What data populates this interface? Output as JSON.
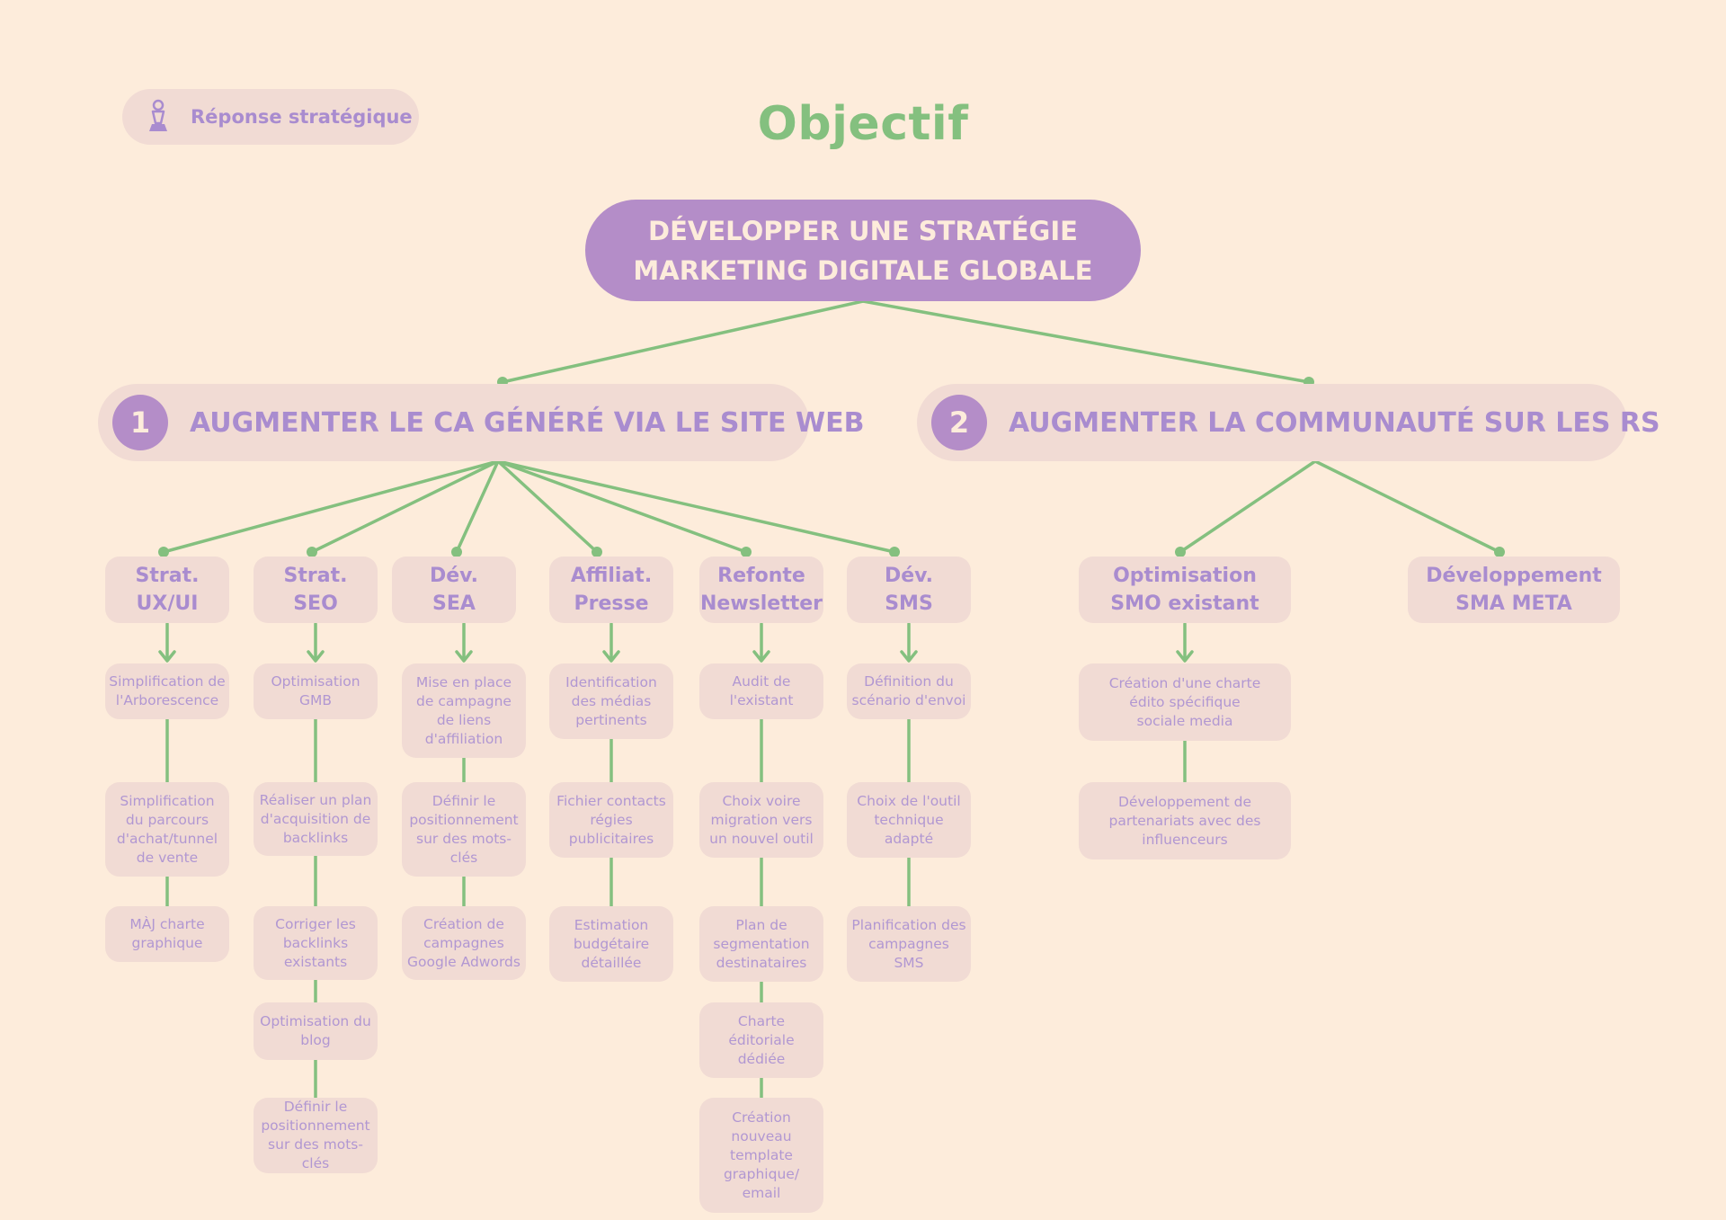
{
  "badge": {
    "label": "Réponse stratégique",
    "icon": "chess-pawn-icon"
  },
  "title": "Objectif",
  "main_goal": {
    "line1": "DÉVELOPPER UNE STRATÉGIE",
    "line2": "MARKETING DIGITALE GLOBALE"
  },
  "axes": [
    {
      "number": "1",
      "label": "AUGMENTER LE CA GÉNÉRÉ VIA LE SITE WEB"
    },
    {
      "number": "2",
      "label": "AUGMENTER LA COMMUNAUTÉ SUR LES RS"
    }
  ],
  "branches": [
    {
      "title": "Strat.\nUX/UI",
      "items": [
        "Simplification de\nl'Arborescence",
        "Simplification\ndu parcours\nd'achat/tunnel\nde vente",
        "MÀJ charte\ngraphique"
      ]
    },
    {
      "title": "Strat.\nSEO",
      "items": [
        "Optimisation\nGMB",
        "Réaliser un plan\nd'acquisition de\nbacklinks",
        "Corriger les\nbacklinks\nexistants",
        "Optimisation du\nblog",
        "Définir le\npositionnement\nsur des mots-clés"
      ]
    },
    {
      "title": "Dév.\nSEA",
      "items": [
        "Mise en place\nde campagne\nde liens\nd'affiliation",
        "Définir le\npositionnement\nsur des mots-\nclés",
        "Création de\ncampagnes\nGoogle Adwords"
      ]
    },
    {
      "title": "Affiliat.\nPresse",
      "items": [
        "Identification\ndes médias\npertinents",
        "Fichier contacts\nrégies\npublicitaires",
        "Estimation\nbudgétaire\ndétaillée"
      ]
    },
    {
      "title": "Refonte\nNewsletter",
      "items": [
        "Audit de\nl'existant",
        "Choix voire\nmigration vers\nun nouvel outil",
        "Plan de\nsegmentation\ndestinataires",
        "Charte\néditoriale\ndédiée",
        "Création\nnouveau\ntemplate\ngraphique/\nemail"
      ]
    },
    {
      "title": "Dév.\nSMS",
      "items": [
        "Définition du\nscénario d'envoi",
        "Choix de l'outil\ntechnique\nadapté",
        "Planification des\ncampagnes\nSMS"
      ]
    },
    {
      "title": "Optimisation\nSMO existant",
      "items": [
        "Création d'une charte\nédito spécifique\nsociale media",
        "Développement de\npartenariats avec des\ninfluenceurs"
      ]
    },
    {
      "title": "Développement\nSMA META",
      "items": []
    }
  ],
  "colors": {
    "background": "#fdecdb",
    "accent_purple": "#b48dc8",
    "text_purple": "#a98ccf",
    "green": "#84c07f",
    "node_bg": "#f1dbd4"
  }
}
